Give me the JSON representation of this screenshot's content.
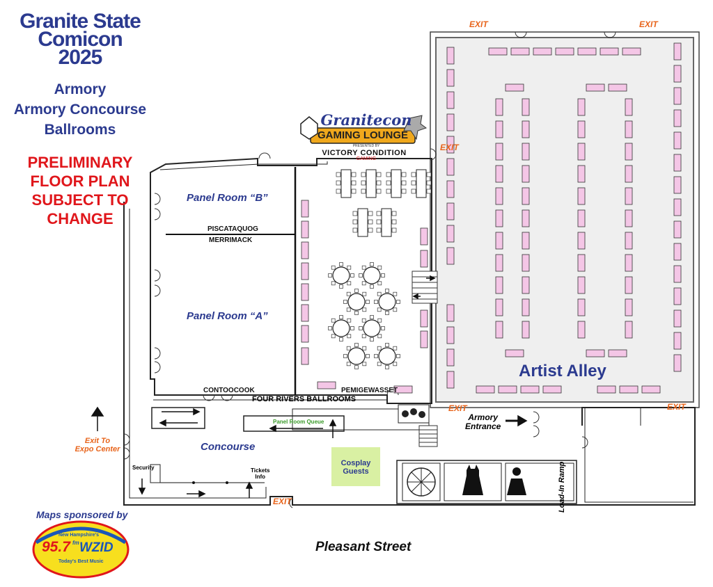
{
  "title": {
    "line1": "Granite State",
    "line2": "Comicon",
    "line3": "2025",
    "line4": "Armory",
    "line5": "Armory Concourse",
    "line6": "Ballrooms"
  },
  "notice": {
    "line1": "PRELIMINARY",
    "line2": "FLOOR PLAN",
    "line3": "SUBJECT TO CHANGE"
  },
  "rooms": {
    "panel_b": "Panel Room “B”",
    "panel_a": "Panel Room “A”",
    "piscataquog": "PISCATAQUOG",
    "merrimack": "MERRIMACK",
    "contoocook": "CONTOOCOOK",
    "four_rivers": "FOUR RIVERS BALLROOMS",
    "pemigewasset": "PEMIGEWASSET",
    "panel_queue": "Panel Room Queue",
    "concourse": "Concourse",
    "artist_alley": "Artist Alley",
    "cosplay_line1": "Cosplay",
    "cosplay_line2": "Guests",
    "security": "Security",
    "tickets_line1": "Tickets",
    "tickets_line2": "Info",
    "armory_entrance_line1": "Armory",
    "armory_entrance_line2": "Entrance",
    "load_in_ramp": "Load-In Ramp",
    "expo_exit_line1": "Exit To",
    "expo_exit_line2": "Expo Center"
  },
  "exits": {
    "label": "EXIT"
  },
  "gaming": {
    "line1": "Granitecon",
    "line2": "GAMING LOUNGE",
    "presented": "PRESENTED BY",
    "sponsor1": "VICTORY CONDITION",
    "sponsor2": "GAMING"
  },
  "street": "Pleasant Street",
  "sponsor": {
    "caption": "Maps sponsored by",
    "top": "New Hampshire's",
    "freq": "95.7",
    "fm": "fm",
    "call": "WZID",
    "tag": "Today's Best Music"
  },
  "colors": {
    "title_blue": "#2b3a8f",
    "notice_red": "#e0161b",
    "exit_orange": "#e8641b",
    "table_pink": "#f4c6e6",
    "hall_gray": "#efefef",
    "cosplay_green": "#d9f0a3",
    "queue_green": "#3a9a2a"
  }
}
